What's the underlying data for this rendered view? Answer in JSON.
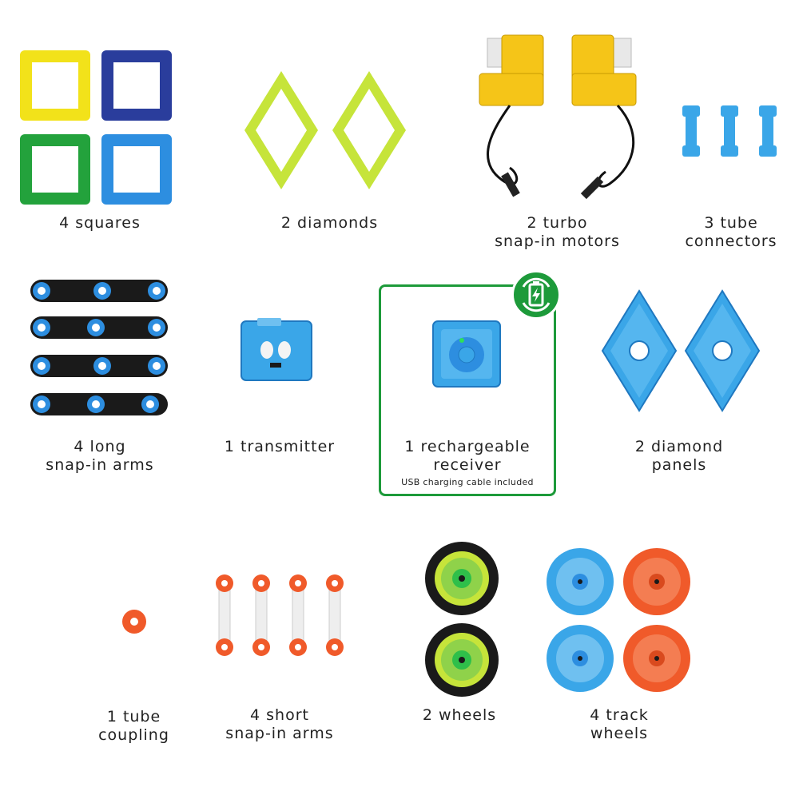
{
  "colors": {
    "yellow": "#f2e21a",
    "navy": "#2a3d9c",
    "green": "#23a23c",
    "blue": "#2d8ee0",
    "lime": "#c6e43a",
    "motor_yellow": "#f5c518",
    "connector_blue": "#3aa6e8",
    "red_orange": "#f05a2a",
    "highlight_green": "#1d9a3a"
  },
  "parts": [
    {
      "id": "squares",
      "lines": [
        "4 squares"
      ],
      "icon": "square-panels-icon"
    },
    {
      "id": "diamonds",
      "lines": [
        "2 diamonds"
      ],
      "icon": "diamond-frames-icon"
    },
    {
      "id": "motors",
      "lines": [
        "2 turbo",
        "snap-in motors"
      ],
      "icon": "turbo-motor-icon"
    },
    {
      "id": "connectors",
      "lines": [
        "3 tube",
        "connectors"
      ],
      "icon": "tube-connector-icon"
    },
    {
      "id": "long-arms",
      "lines": [
        "4 long",
        "snap-in arms"
      ],
      "icon": "long-arm-icon"
    },
    {
      "id": "transmitter",
      "lines": [
        "1 transmitter"
      ],
      "icon": "transmitter-icon"
    },
    {
      "id": "receiver",
      "lines": [
        "1 rechargeable",
        "receiver"
      ],
      "note": "USB charging cable included",
      "icon": "receiver-icon",
      "badge": "battery-recharge-icon"
    },
    {
      "id": "diamond-panels",
      "lines": [
        "2 diamond",
        "panels"
      ],
      "icon": "diamond-panel-icon"
    },
    {
      "id": "tube-coupling",
      "lines": [
        "1 tube",
        "coupling"
      ],
      "icon": "tube-coupling-icon"
    },
    {
      "id": "short-arms",
      "lines": [
        "4 short",
        "snap-in arms"
      ],
      "icon": "short-arm-icon"
    },
    {
      "id": "wheels",
      "lines": [
        "2 wheels"
      ],
      "icon": "wheel-icon"
    },
    {
      "id": "track-wheels",
      "lines": [
        "4 track",
        "wheels"
      ],
      "icon": "track-wheel-icon"
    }
  ]
}
